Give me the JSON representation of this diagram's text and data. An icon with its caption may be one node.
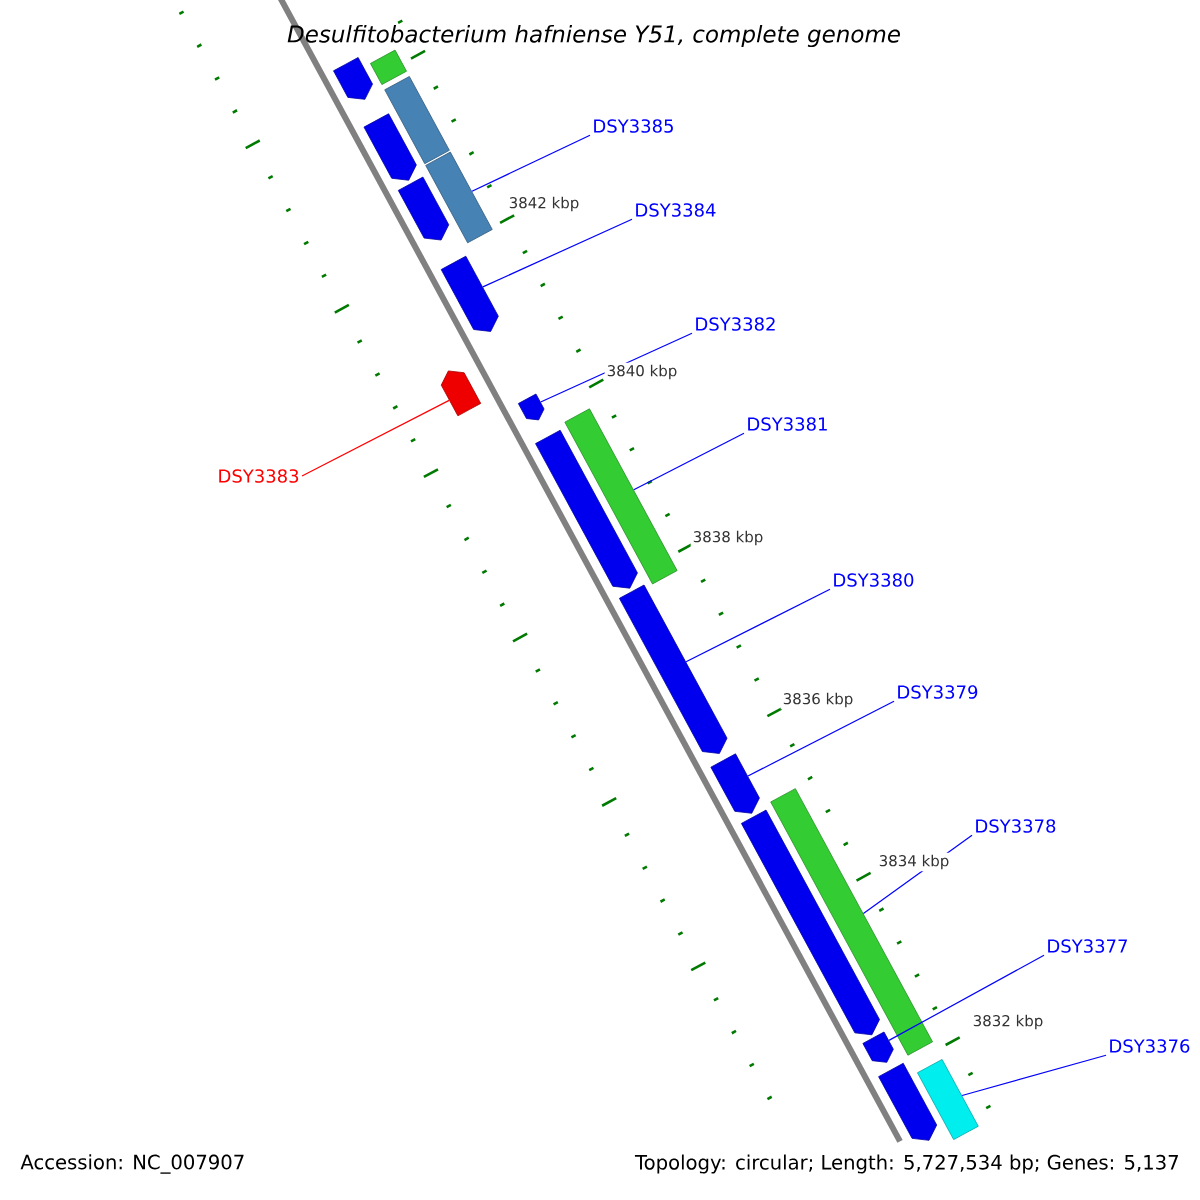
{
  "diagram": {
    "title": "Desulfitobacterium hafniense Y51, complete genome",
    "nodes": [
      {
        "text": [
          "DSY3385"
        ]
      },
      {
        "text": [
          "DSY3384"
        ]
      },
      {
        "text": [
          "DSY3382"
        ]
      },
      {
        "text": [
          "DSY3381"
        ]
      },
      {
        "text": [
          "DSY3383"
        ]
      },
      {
        "text": [
          "DSY3380"
        ]
      },
      {
        "text": [
          "DSY3379"
        ]
      },
      {
        "text": [
          "DSY3378"
        ]
      },
      {
        "text": [
          "DSY3377"
        ]
      },
      {
        "text": [
          "DSY3376"
        ]
      },
      {
        "text": [],
        "shape": "pentagon"
      },
      {
        "text": [],
        "shape": "bar"
      },
      {
        "text": [],
        "shape": "bar"
      },
      {
        "text": [],
        "shape": "bar"
      },
      {
        "text": [],
        "shape": "pentagon"
      },
      {
        "text": [],
        "shape": "pentagon"
      },
      {
        "text": [],
        "shape": "pentagon"
      },
      {
        "text": [],
        "shape": "pentagon"
      },
      {
        "text": [],
        "shape": "pentagon"
      },
      {
        "text": [],
        "shape": "pentagon"
      },
      {
        "text": [],
        "shape": "bar"
      },
      {
        "text": [],
        "shape": "pentagon"
      },
      {
        "text": [],
        "shape": "pentagon"
      },
      {
        "text": [],
        "shape": "pentagon"
      },
      {
        "text": [],
        "shape": "bar"
      },
      {
        "text": [],
        "shape": "pentagon"
      },
      {
        "text": [],
        "shape": "pentagon"
      },
      {
        "text": [],
        "shape": "bar"
      }
    ],
    "edges": [
      {
        "from": 0,
        "to": 13,
        "arrow": "none"
      },
      {
        "from": 1,
        "to": 16,
        "arrow": "none"
      },
      {
        "from": 2,
        "to": 18,
        "arrow": "none"
      },
      {
        "from": 3,
        "to": 20,
        "arrow": "none"
      },
      {
        "from": 4,
        "to": 17,
        "arrow": "none",
        "color": "#ff0000"
      },
      {
        "from": 5,
        "to": 21,
        "arrow": "none"
      },
      {
        "from": 6,
        "to": 22,
        "arrow": "none"
      },
      {
        "from": 7,
        "to": 24,
        "arrow": "none"
      },
      {
        "from": 8,
        "to": 25,
        "arrow": "none"
      },
      {
        "from": 9,
        "to": 27,
        "arrow": "none"
      }
    ],
    "labels": [
      "3842 kbp",
      "3840 kbp",
      "3838 kbp",
      "3836 kbp",
      "3834 kbp",
      "3832 kbp",
      "Accession: NC_007907",
      "Topology: circular; Length: 5,727,534 bp; Genes: 5,137"
    ]
  }
}
